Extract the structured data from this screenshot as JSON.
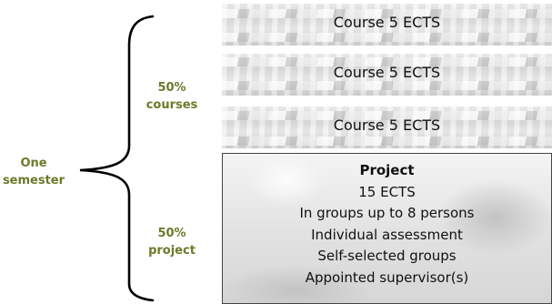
{
  "left_label": {
    "line1": "One",
    "line2": "semester"
  },
  "courses_share": {
    "line1": "50%",
    "line2": "courses"
  },
  "project_share": {
    "line1": "50%",
    "line2": "project"
  },
  "courses": [
    {
      "label": "Course 5 ECTS"
    },
    {
      "label": "Course 5 ECTS"
    },
    {
      "label": "Course 5 ECTS"
    }
  ],
  "project": {
    "title": "Project",
    "lines": [
      "15 ECTS",
      "In groups up to 8 persons",
      "Individual assessment",
      "Self-selected groups",
      "Appointed supervisor(s)"
    ]
  },
  "colors": {
    "label_green": "#6b7a2a",
    "brace": "#000000",
    "text": "#111111"
  }
}
